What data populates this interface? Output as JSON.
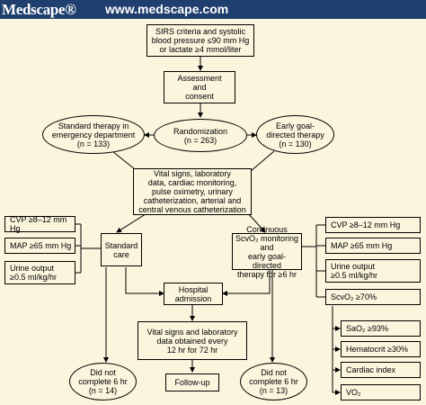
{
  "header": {
    "logo": "Medscape®",
    "url": "www.medscape.com"
  },
  "nodes": {
    "sirs": "SIRS criteria and systolic\nblood pressure ≤90 mm Hg\nor lactate ≥4 mmol/liter",
    "assessment": "Assessment\nand\nconsent",
    "randomization": "Randomization\n(n = 263)",
    "standard_therapy": "Standard therapy in\nemergency department\n(n = 133)",
    "early_goal": "Early goal-\ndirected therapy\n(n = 130)",
    "vital_signs": "Vital signs, laboratory\ndata, cardiac monitoring,\npulse oximetry, urinary\ncatheterization, arterial and\ncentral venous catheterization",
    "standard_care": "Standard\ncare",
    "continuous": "Continuous\nScvO₂ monitoring\nand\nearly goal-directed\ntherapy for ≥6 hr",
    "hospital_admission": "Hospital\nadmission",
    "vitals_72": "Vital signs and laboratory\ndata obtained every\n12 hr for 72 hr",
    "follow_up": "Follow-up",
    "not_complete_left": "Did not\ncomplete 6 hr\n(n = 14)",
    "not_complete_right": "Did not\ncomplete 6 hr\n(n = 13)"
  },
  "left_targets": [
    "CVP ≥8–12 mm Hg",
    "MAP ≥65 mm Hg",
    "Urine output\n≥0.5 ml/kg/hr"
  ],
  "right_targets": [
    "CVP ≥8–12 mm Hg",
    "MAP ≥65 mm Hg",
    "Urine output\n≥0.5 ml/kg/hr",
    "ScvO₂ ≥70%"
  ],
  "scvo2_factors": [
    "SaO₂ ≥93%",
    "Hematocrit ≥30%",
    "Cardiac index",
    "VO₂"
  ]
}
